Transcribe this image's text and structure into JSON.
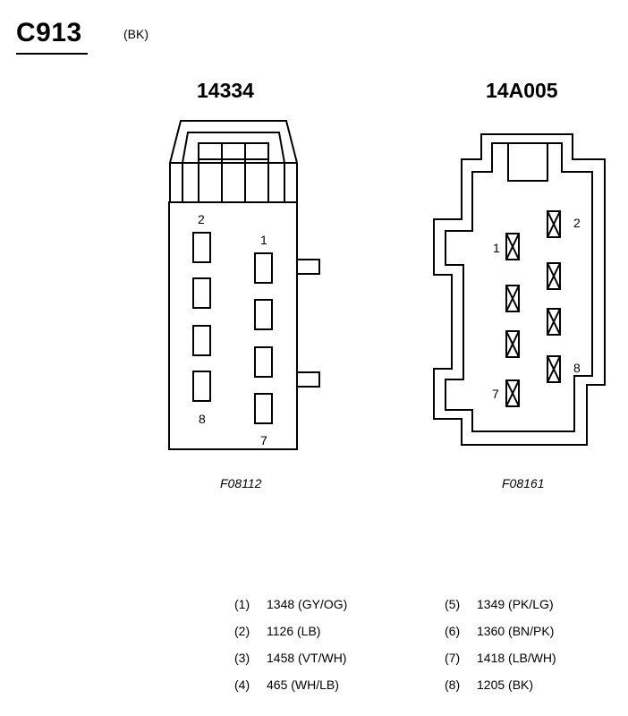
{
  "connector": {
    "id": "C913",
    "color_code": "(BK)"
  },
  "left": {
    "part_number": "14334",
    "figure_id": "F08112",
    "pin_labels": {
      "p2": "2",
      "p1": "1",
      "p8": "8",
      "p7": "7"
    }
  },
  "right": {
    "part_number": "14A005",
    "figure_id": "F08161",
    "pin_labels": {
      "p1": "1",
      "p2": "2",
      "p7": "7",
      "p8": "8"
    }
  },
  "wiring": [
    {
      "num": "(1)",
      "desc": "1348 (GY/OG)"
    },
    {
      "num": "(2)",
      "desc": "1126 (LB)"
    },
    {
      "num": "(3)",
      "desc": "1458 (VT/WH)"
    },
    {
      "num": "(4)",
      "desc": "465 (WH/LB)"
    },
    {
      "num": "(5)",
      "desc": "1349 (PK/LG)"
    },
    {
      "num": "(6)",
      "desc": "1360 (BN/PK)"
    },
    {
      "num": "(7)",
      "desc": "1418 (LB/WH)"
    },
    {
      "num": "(8)",
      "desc": "1205 (BK)"
    }
  ]
}
